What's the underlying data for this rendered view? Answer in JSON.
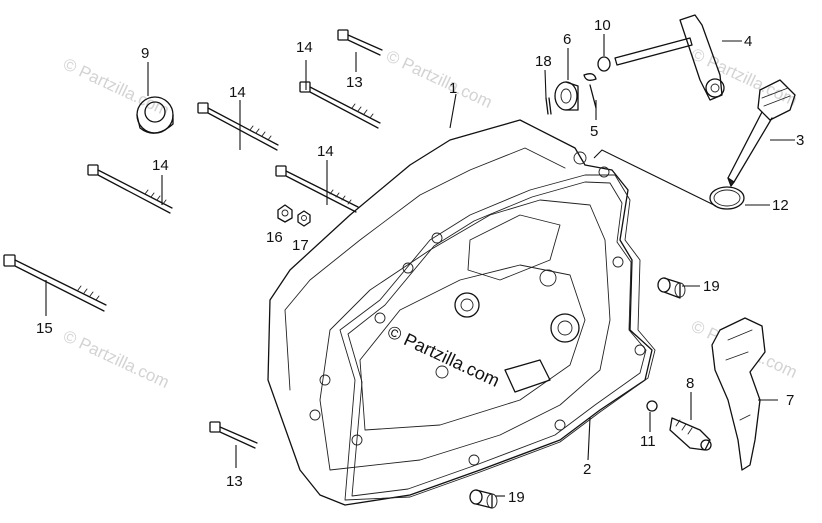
{
  "watermarks": {
    "text": "© Partzilla.com",
    "main": "© Partzilla.com"
  },
  "callouts": {
    "c1": "1",
    "c2": "2",
    "c3": "3",
    "c4": "4",
    "c5": "5",
    "c6": "6",
    "c7": "7",
    "c8": "8",
    "c9": "9",
    "c10": "10",
    "c11": "11",
    "c12": "12",
    "c13a": "13",
    "c13b": "13",
    "c14a": "14",
    "c14b": "14",
    "c14c": "14",
    "c14d": "14",
    "c15": "15",
    "c16": "16",
    "c17": "17",
    "c18": "18",
    "c19a": "19",
    "c19b": "19"
  }
}
